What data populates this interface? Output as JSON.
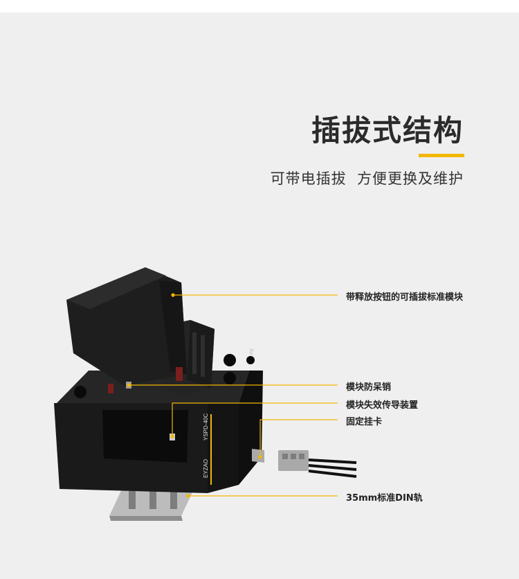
{
  "header": {
    "title": "插拔式结构",
    "subtitle": "可带电插拔  方便更换及维护",
    "accent_color": "#f2b705"
  },
  "product": {
    "module_label": "YSPD-40C",
    "brand": "EYZAO",
    "pe_label": "PE"
  },
  "callouts": [
    {
      "label": "带释放按钮的可插拔标准模块"
    },
    {
      "label": "模块防呆销"
    },
    {
      "label": "模块失效传导装置"
    },
    {
      "label": "固定挂卡"
    },
    {
      "label": "35mm标准DIN轨"
    }
  ]
}
